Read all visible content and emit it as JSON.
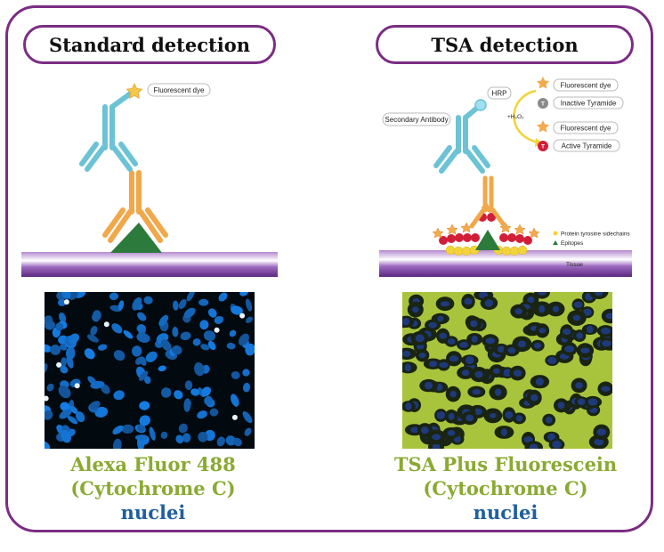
{
  "panels": {
    "left": {
      "title": "Standard detection",
      "dye_label": "Fluorescent dye",
      "caption_line1": "Alexa Fluor 488",
      "caption_line2": "(Cytochrome C)",
      "caption_line3": "nuclei"
    },
    "right": {
      "title": "TSA detection",
      "secondary_antibody_label": "Secondary Antibody",
      "hrp_label": "HRP",
      "reaction_label": "+H₂O₂",
      "legend": {
        "fluorescent_dye_1": "Fluorescent dye",
        "inactive_tyramide": "Inactive Tyramide",
        "fluorescent_dye_2": "Fluorescent dye",
        "active_tyramide": "Active Tyramide"
      },
      "tyramide_letter": "T",
      "protein_label": "Protein tyrosine sidechains",
      "epitopes_label": "Epitopes",
      "tissue_label": "Tissue",
      "caption_line1": "TSA Plus Fluorescein",
      "caption_line2": "(Cytochrome C)",
      "caption_line3": "nuclei"
    }
  },
  "colors": {
    "frame": "#7b2d84",
    "secondary_antibody": "#6cc3d5",
    "primary_antibody": "#f0a84a",
    "epitope": "#2c7a3c",
    "membrane": "#7b3fa0",
    "caption_green": "#8aaa32",
    "caption_blue": "#1f5fa0",
    "tyramide_active": "#d11f3a",
    "tyramide_inactive": "#8a8a8a",
    "dye_star": "#f2c94c"
  }
}
